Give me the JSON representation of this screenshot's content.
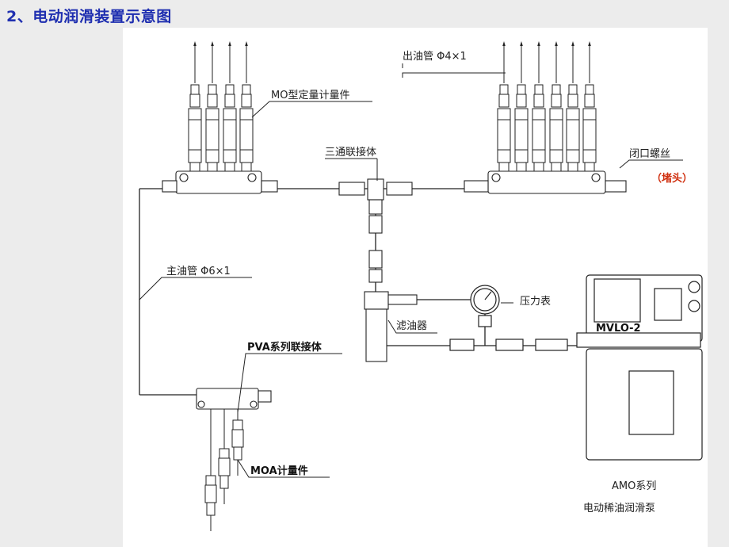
{
  "title": "2、电动润滑装置示意图",
  "labels": {
    "outlet_pipe": "出油管 Φ4×1",
    "mo_meter": "MO型定量计量件",
    "tee": "三通联接体",
    "closed_screw": "闭口螺丝",
    "plug": "（堵头）",
    "main_pipe": "主油管 Φ6×1",
    "gauge": "压力表",
    "filter": "滤油器",
    "pva": "PVA系列联接体",
    "moa": "MOA计量件",
    "pump_line1": "AMO系列",
    "pump_line2": "电动稀油润滑泵",
    "pump_brand": "MVLO-2"
  },
  "colors": {
    "title": "#1f2fb0",
    "plug_note": "#d03010"
  }
}
